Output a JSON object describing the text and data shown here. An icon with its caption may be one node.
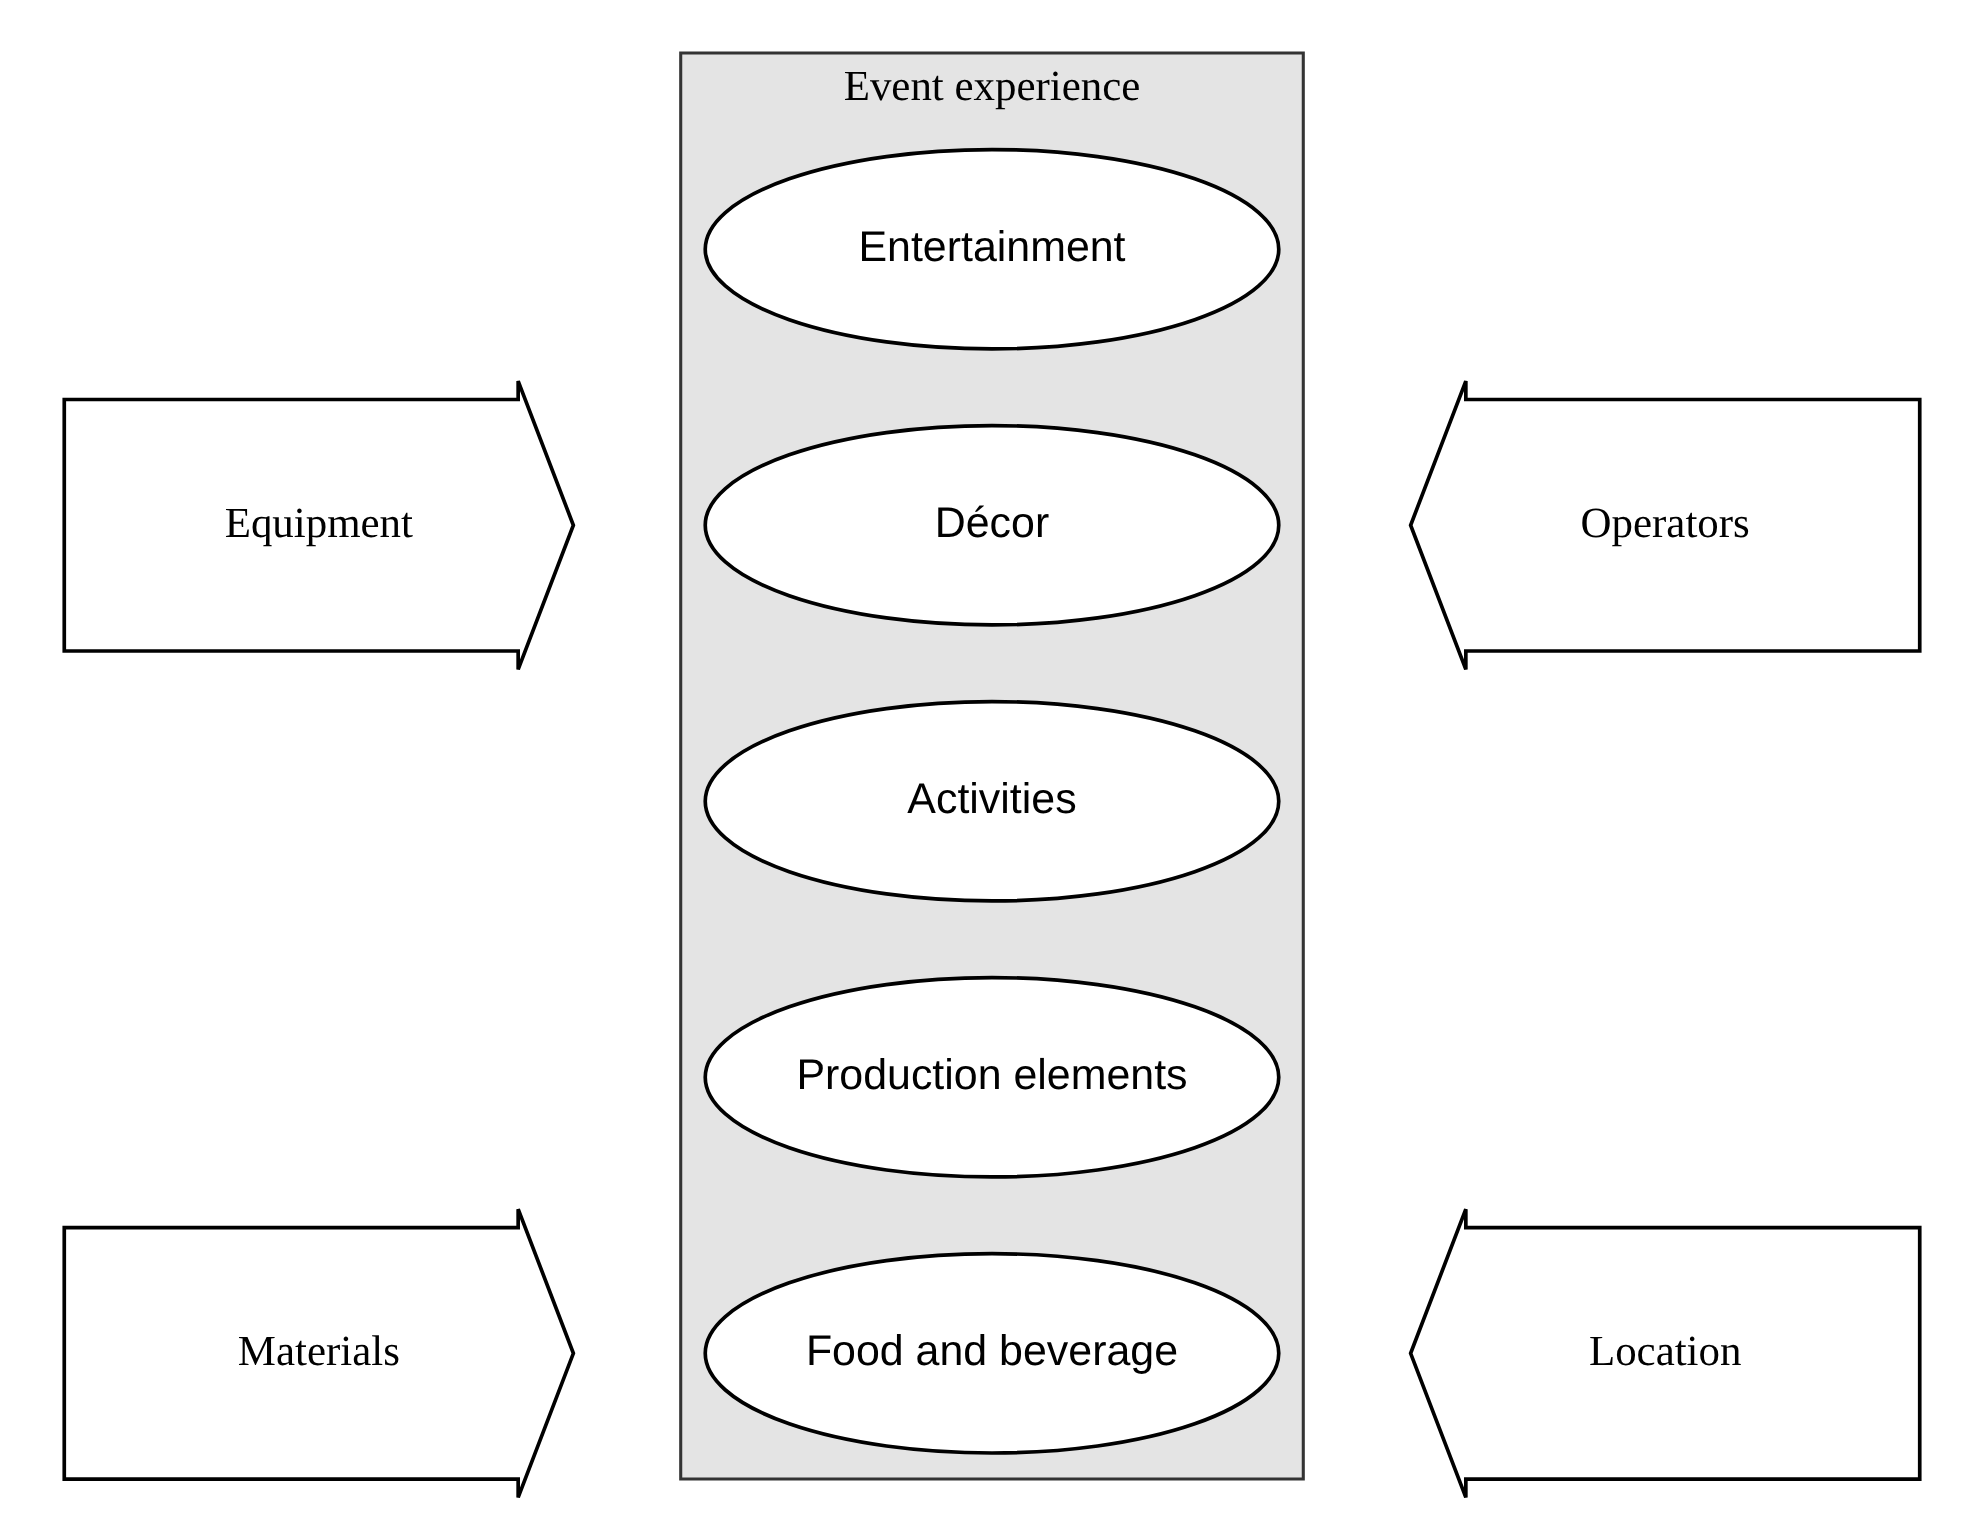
{
  "diagram": {
    "nodes": [
      {
        "text": [
          "Event experience"
        ]
      },
      {
        "text": [
          "Activities"
        ],
        "in": 0
      },
      {
        "text": [
          "Décor"
        ],
        "in": 0
      },
      {
        "text": [
          "Entertainment"
        ],
        "in": 0
      },
      {
        "text": [
          "Food and beverage"
        ],
        "in": 0
      },
      {
        "text": [
          "Production elements"
        ],
        "in": 0
      },
      {
        "text": [
          "Equipment"
        ]
      },
      {
        "text": [
          "Operators"
        ]
      },
      {
        "text": [
          "Materials"
        ]
      },
      {
        "text": [
          "Location"
        ]
      }
    ]
  }
}
